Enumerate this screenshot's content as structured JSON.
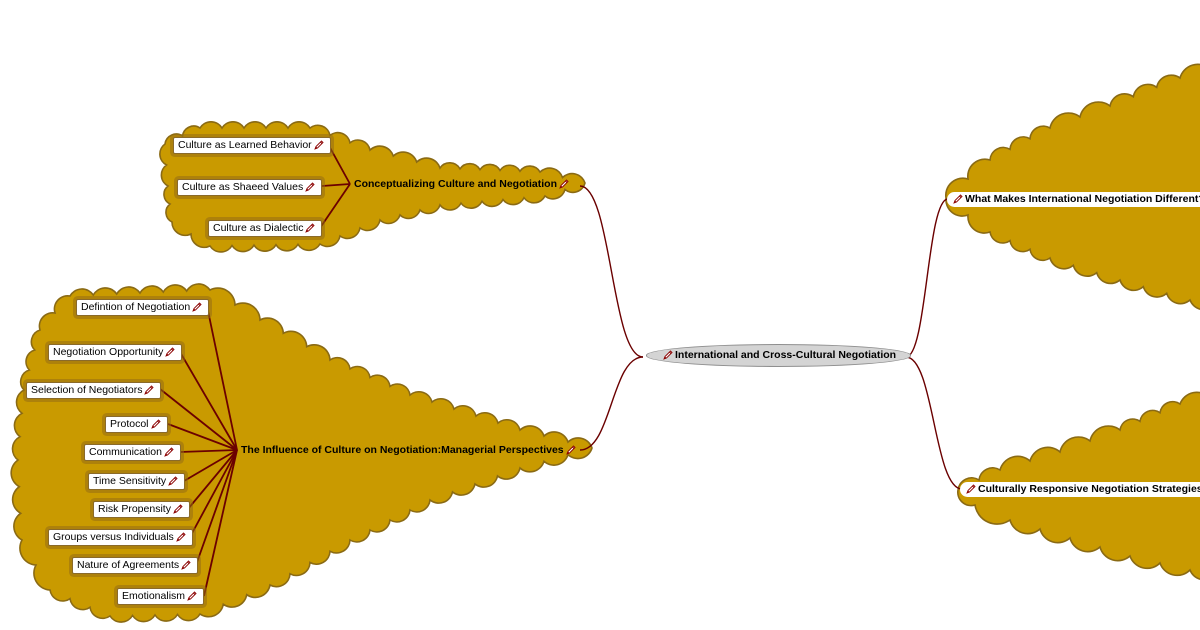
{
  "root": {
    "label": "International and Cross-Cultural Negotiation"
  },
  "branches": {
    "conceptualizing": {
      "label": "Conceptualizing Culture and Negotiation",
      "children": [
        "Culture as Learned Behavior",
        "Culture as Shaeed Values",
        "Culture as Dialectic"
      ]
    },
    "influence": {
      "label": "The Influence of Culture on Negotiation:Managerial Perspectives",
      "children": [
        "Defintion of Negotiation",
        "Negotiation Opportunity",
        "Selection of Negotiators",
        "Protocol",
        "Communication",
        "Time Sensitivity",
        "Risk Propensity",
        "Groups versus Individuals",
        "Nature of Agreements",
        "Emotionalism"
      ]
    },
    "international": {
      "label": "What Makes International Negotiation Different?"
    },
    "responsive": {
      "label": "Culturally Responsive Negotiation Strategies"
    }
  },
  "icons": {
    "edit": "pencil-icon"
  },
  "colors": {
    "cloud": "#c99a00",
    "cloud_stroke": "#8a6a14",
    "connector": "#6b0000",
    "root_fill": "#d4d4d4"
  }
}
